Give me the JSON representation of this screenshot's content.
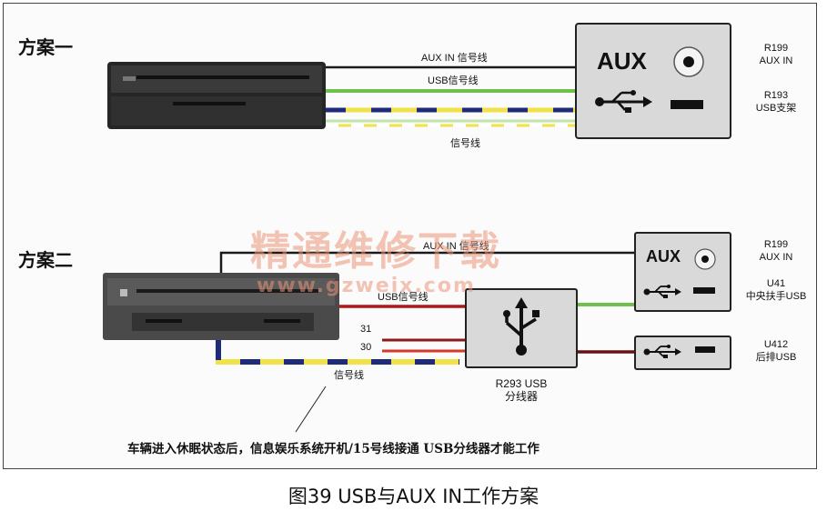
{
  "scheme1": {
    "title": "方案一",
    "aux_line_label": "AUX IN 信号线",
    "usb_line_label": "USB信号线",
    "signal_line_label": "信号线",
    "aux_box_text": "AUX",
    "r199_code": "R199",
    "r199_name": "AUX IN",
    "r193_code": "R193",
    "r193_name": "USB支架"
  },
  "scheme2": {
    "title": "方案二",
    "aux_line_label": "AUX IN 信号线",
    "usb_line_label": "USB信号线",
    "wire_31": "31",
    "wire_30": "30",
    "signal_line_label": "信号线",
    "hub_code": "R293 USB",
    "hub_name": "分线器",
    "aux_box_text": "AUX",
    "r199_code": "R199",
    "r199_name": "AUX IN",
    "u41_code": "U41",
    "u41_name": "中央扶手USB",
    "u412_code": "U412",
    "u412_name": "后排USB"
  },
  "watermark": {
    "cn": "精通维修下载",
    "url": "www.gzweix.com"
  },
  "note": "车辆进入休眠状态后，信息娱乐系统开机/15号线接通  USB分线器才能工作",
  "caption": "图39 USB与AUX IN工作方案",
  "colors": {
    "aux_wire": "#1a1a1a",
    "usb_wire": "#6cc24a",
    "red_wire": "#b01818",
    "yellow_wire": "#f2e24a",
    "blue_dash": "#1f2a7a",
    "box_fill": "#d9d9d9",
    "head_unit": "#2b2b2b"
  },
  "icons": [
    "usb-icon",
    "aux-jack-icon",
    "usb-port-icon"
  ]
}
